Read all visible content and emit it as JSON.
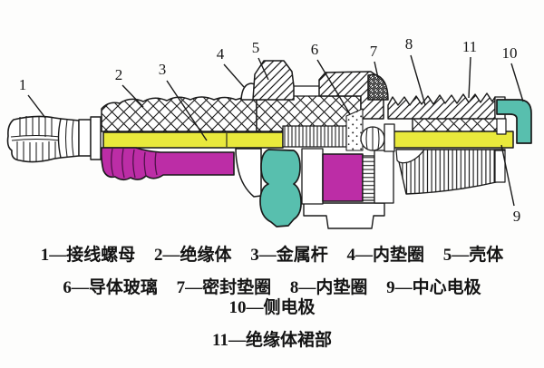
{
  "figure": {
    "kind": "spark-plug-cross-section-diagram",
    "callouts": [
      {
        "number": "1"
      },
      {
        "number": "2"
      },
      {
        "number": "3"
      },
      {
        "number": "4"
      },
      {
        "number": "5"
      },
      {
        "number": "6"
      },
      {
        "number": "7"
      },
      {
        "number": "8"
      },
      {
        "number": "9"
      },
      {
        "number": "10"
      },
      {
        "number": "11"
      }
    ],
    "colors": {
      "outline": "#1a1a1a",
      "insulator_pink": "#bc2da6",
      "rod_yellow": "#e9e93c",
      "electrode_teal": "#58bfae",
      "paper": "#fdfdfc"
    }
  },
  "legend": {
    "rows": [
      {
        "items": [
          "1—接线螺母",
          "2—绝缘体",
          "3—金属杆",
          "4—内垫圈",
          "5—壳体"
        ]
      },
      {
        "items": [
          "6—导体玻璃",
          "7—密封垫圈",
          "8—内垫圈",
          "9—中心电极",
          "10—侧电极"
        ]
      },
      {
        "items": [
          "11—绝缘体裙部"
        ]
      }
    ]
  }
}
